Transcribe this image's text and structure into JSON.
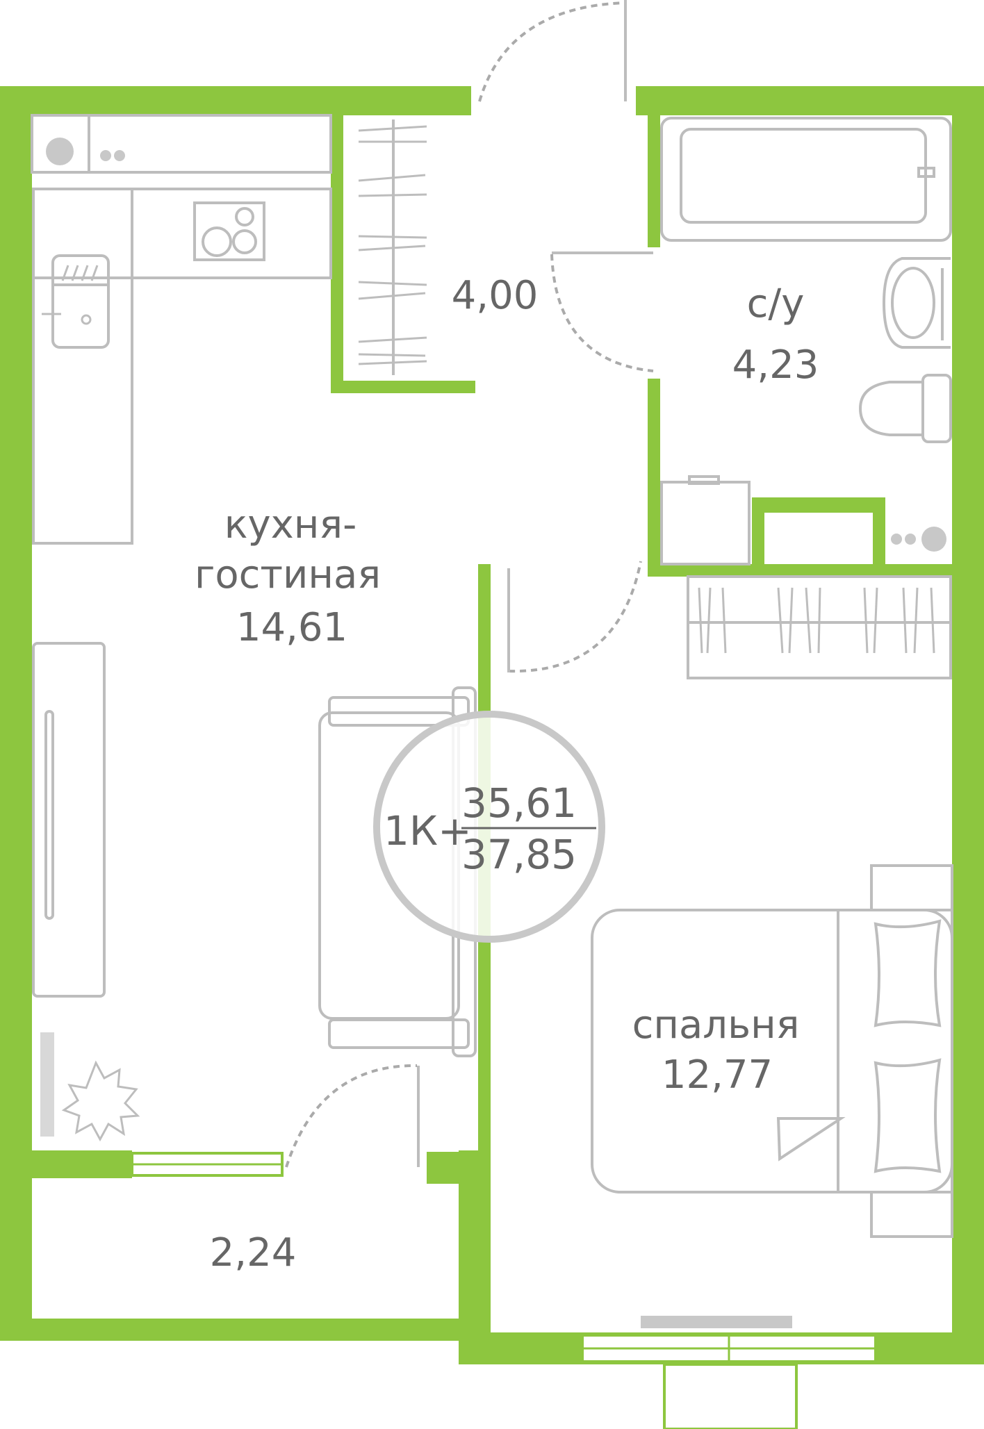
{
  "plan": {
    "type": "1К+",
    "area_living": "35,61",
    "area_total": "37,85"
  },
  "rooms": {
    "kitchen_line1": "кухня-",
    "kitchen_line2": "гостиная",
    "kitchen_area": "14,61",
    "hall_area": "4,00",
    "bath_label": "с/у",
    "bath_area": "4,23",
    "bedroom_label": "спальня",
    "bedroom_area": "12,77",
    "balcony_area": "2,24"
  },
  "colors": {
    "wall": "#8dc63f",
    "furniture": "#bdbdbd",
    "text": "#666666",
    "badge_ring": "#c8c8c8"
  },
  "icons": {
    "plant": "plant-icon",
    "cooktop": "cooktop-icon",
    "sink": "sink-icon",
    "toilet": "toilet-icon",
    "bathtub": "bathtub-icon"
  }
}
